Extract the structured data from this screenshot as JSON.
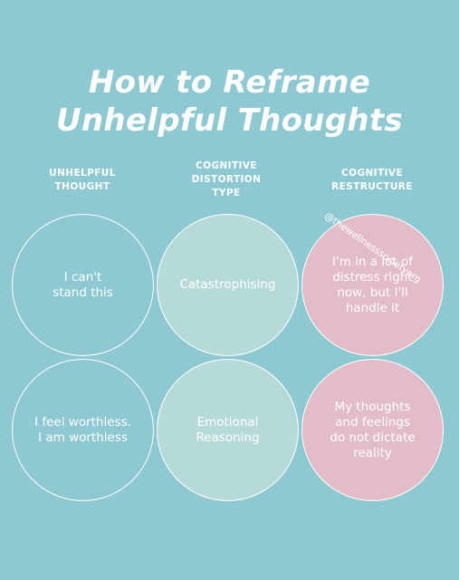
{
  "title": {
    "line1": "How to Reframe",
    "line2": "Unhelpful Thoughts"
  },
  "columns": [
    {
      "line1": "UNHELPFUL",
      "line2": "THOUGHT",
      "line3": ""
    },
    {
      "line1": "COGNITIVE",
      "line2": "DISTORTION",
      "line3": "TYPE"
    },
    {
      "line1": "COGNITIVE",
      "line2": "RESTRUCTURE",
      "line3": ""
    }
  ],
  "handle": "@thewellnesssocietyorg",
  "rows": [
    {
      "thought": {
        "line1": "I can't",
        "line2": "stand this",
        "line3": ""
      },
      "distortion": {
        "line1": "Catastrophising",
        "line2": ""
      },
      "restructure": {
        "line1": "I'm in a lot of",
        "line2": "distress right",
        "line3": "now, but I'll",
        "line4": "handle it"
      }
    },
    {
      "thought": {
        "line1": "I feel worthless.",
        "line2": "I am worthless",
        "line3": ""
      },
      "distortion": {
        "line1": "Emotional",
        "line2": "Reasoning"
      },
      "restructure": {
        "line1": "My thoughts",
        "line2": "and feelings",
        "line3": "do not dictate",
        "line4": "reality"
      }
    }
  ],
  "colors": {
    "background": "#8ec8d3",
    "mint_circle": "#b5dad8",
    "pink_circle": "#e2bcc7",
    "text": "#ffffff"
  }
}
